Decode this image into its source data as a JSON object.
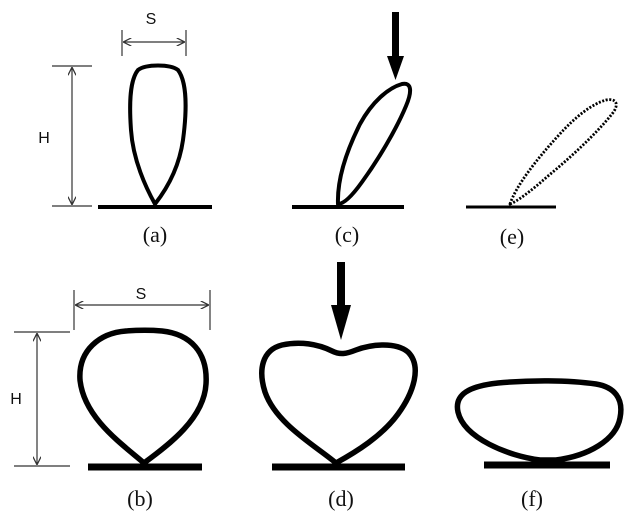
{
  "panels": [
    {
      "id": "a",
      "label": "(a)"
    },
    {
      "id": "b",
      "label": "(b)"
    },
    {
      "id": "c",
      "label": "(c)"
    },
    {
      "id": "d",
      "label": "(d)"
    },
    {
      "id": "e",
      "label": "(e)"
    },
    {
      "id": "f",
      "label": "(f)"
    }
  ],
  "dimensions": {
    "width_label": "S",
    "height_label": "H"
  },
  "colors": {
    "stroke": "#000000",
    "background": "#ffffff"
  },
  "icons": {
    "force_arrow": "down-arrow-icon"
  }
}
